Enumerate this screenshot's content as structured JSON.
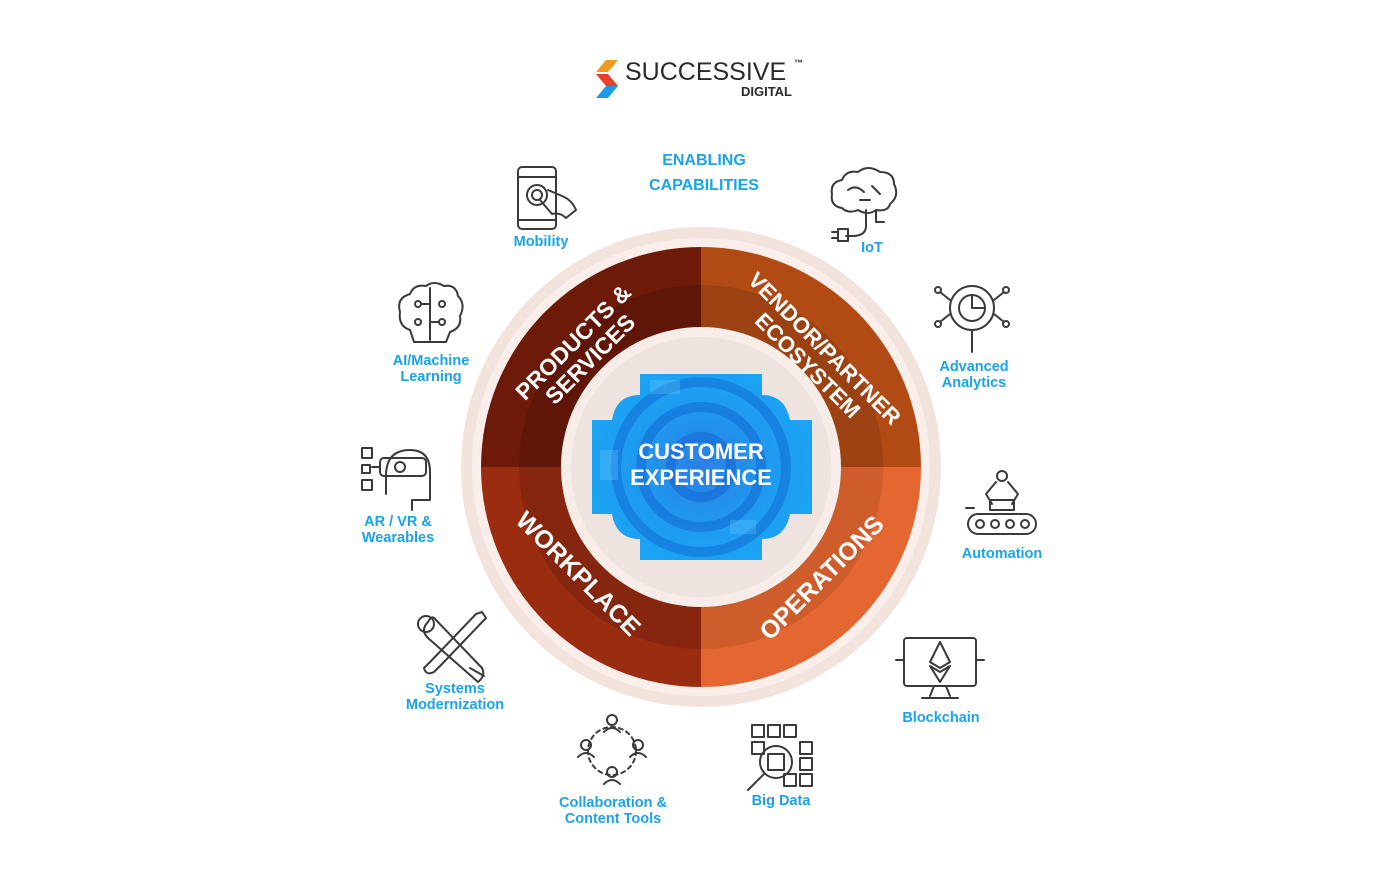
{
  "logo": {
    "name": "SUCCESSIVE",
    "tm": "™",
    "sub": "DIGITAL"
  },
  "header": {
    "line1": "ENABLING",
    "line2": "CAPABILITIES"
  },
  "center": {
    "line1": "CUSTOMER",
    "line2": "EXPERIENCE"
  },
  "quadrants": {
    "products": {
      "line1": "PRODUCTS &",
      "line2": "SERVICES",
      "color": "#6e1a08"
    },
    "vendor": {
      "line1": "VENDOR/PARTNER",
      "line2": "ECOSYSTEM",
      "color": "#b24a14"
    },
    "workplace": {
      "line1": "WORKPLACE",
      "color": "#9a2c10"
    },
    "operations": {
      "line1": "OPERATIONS",
      "color": "#e05f2c"
    }
  },
  "capabilities": {
    "mobility": {
      "line1": "Mobility",
      "icon": "smartphone-touch-icon"
    },
    "iot": {
      "line1": "IoT",
      "icon": "iot-brain-plug-icon"
    },
    "advanced_analytics": {
      "line1": "Advanced",
      "line2": "Analytics",
      "icon": "magnifier-chart-icon"
    },
    "ai_ml": {
      "line1": "AI/Machine",
      "line2": "Learning",
      "icon": "brain-gear-icon"
    },
    "automation": {
      "line1": "Automation",
      "icon": "robot-arm-conveyor-icon"
    },
    "ar_vr": {
      "line1": "AR / VR &",
      "line2": "Wearables",
      "icon": "vr-headset-icon"
    },
    "blockchain": {
      "line1": "Blockchain",
      "icon": "ethereum-monitor-icon"
    },
    "systems_modernization": {
      "line1": "Systems",
      "line2": "Modernization",
      "icon": "wrench-screwdriver-icon"
    },
    "collaboration": {
      "line1": "Collaboration &",
      "line2": "Content Tools",
      "icon": "people-network-icon"
    },
    "big_data": {
      "line1": "Big Data",
      "icon": "data-grid-magnifier-icon"
    }
  },
  "colors": {
    "caption": "#1aa3e8",
    "icon_stroke": "#3a3a3a",
    "ring_outer": "#f2e0da",
    "center_blue": "#1e8ef0"
  }
}
